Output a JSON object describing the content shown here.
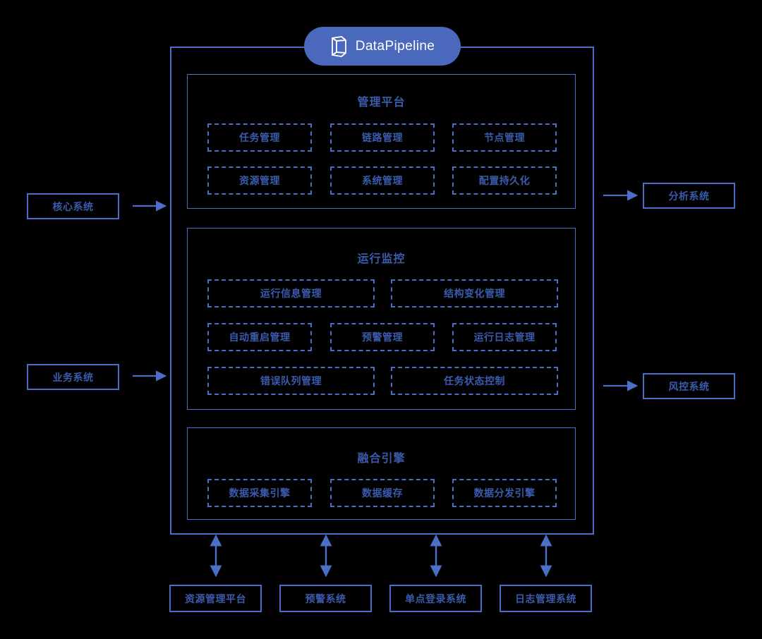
{
  "brand": {
    "name": "DataPipeline",
    "logo_icon": "datapipeline-prism-logo",
    "pill_color": "#4a69bd",
    "text_color": "#ffffff"
  },
  "theme": {
    "line_color": "#4b6fc8",
    "text_color": "#3b5bab",
    "background": "#000000"
  },
  "sections": [
    {
      "id": "management-platform",
      "title": "管理平台",
      "rows": [
        [
          "任务管理",
          "链路管理",
          "节点管理"
        ],
        [
          "资源管理",
          "系统管理",
          "配置持久化"
        ]
      ]
    },
    {
      "id": "runtime-monitoring",
      "title": "运行监控",
      "rows": [
        [
          "运行信息管理",
          "结构变化管理"
        ],
        [
          "自动重启管理",
          "预警管理",
          "运行日志管理"
        ],
        [
          "错误队列管理",
          "任务状态控制"
        ]
      ]
    },
    {
      "id": "fusion-engine",
      "title": "融合引擎",
      "rows": [
        [
          "数据采集引擎",
          "数据缓存",
          "数据分发引擎"
        ]
      ]
    }
  ],
  "inputs": [
    {
      "label": "核心系统"
    },
    {
      "label": "业务系统"
    }
  ],
  "outputs": [
    {
      "label": "分析系统"
    },
    {
      "label": "风控系统"
    }
  ],
  "integrations": [
    {
      "label": "资源管理平台"
    },
    {
      "label": "预警系统"
    },
    {
      "label": "单点登录系统"
    },
    {
      "label": "日志管理系统"
    }
  ],
  "arrows": {
    "input_direction": "right",
    "output_direction": "right",
    "integration_direction": "bidirectional-vertical"
  }
}
